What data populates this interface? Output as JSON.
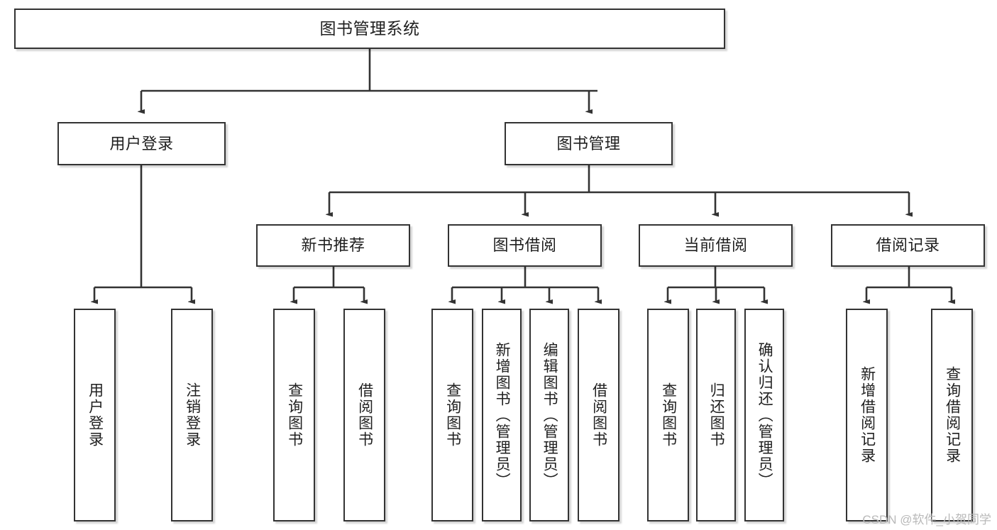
{
  "diagram": {
    "title": "图书管理系统",
    "watermark": "CSDN @软件_小贺同学",
    "edge_color": "#333333",
    "node_border_color": "#333333",
    "node_fill_color": "#ffffff",
    "text_color": "#1f1f1f"
  },
  "nodes": {
    "root": {
      "label": "图书管理系统"
    },
    "level2": [
      {
        "label": "用户登录"
      },
      {
        "label": "图书管理"
      }
    ],
    "level3": [
      {
        "label": "新书推荐"
      },
      {
        "label": "图书借阅"
      },
      {
        "label": "当前借阅"
      },
      {
        "label": "借阅记录"
      }
    ],
    "leaves": {
      "user_login": [
        {
          "label": "用户登录"
        },
        {
          "label": "注销登录"
        }
      ],
      "new_book": [
        {
          "label": "查询图书"
        },
        {
          "label": "借阅图书"
        }
      ],
      "book_borrow": [
        {
          "label": "查询图书"
        },
        {
          "label": "新增图书（管理员）"
        },
        {
          "label": "编辑图书（管理员）"
        },
        {
          "label": "借阅图书"
        }
      ],
      "current_borrow": [
        {
          "label": "查询图书"
        },
        {
          "label": "归还图书"
        },
        {
          "label": "确认归还（管理员）"
        }
      ],
      "borrow_record": [
        {
          "label": "新增借阅记录"
        },
        {
          "label": "查询借阅记录"
        }
      ]
    }
  }
}
